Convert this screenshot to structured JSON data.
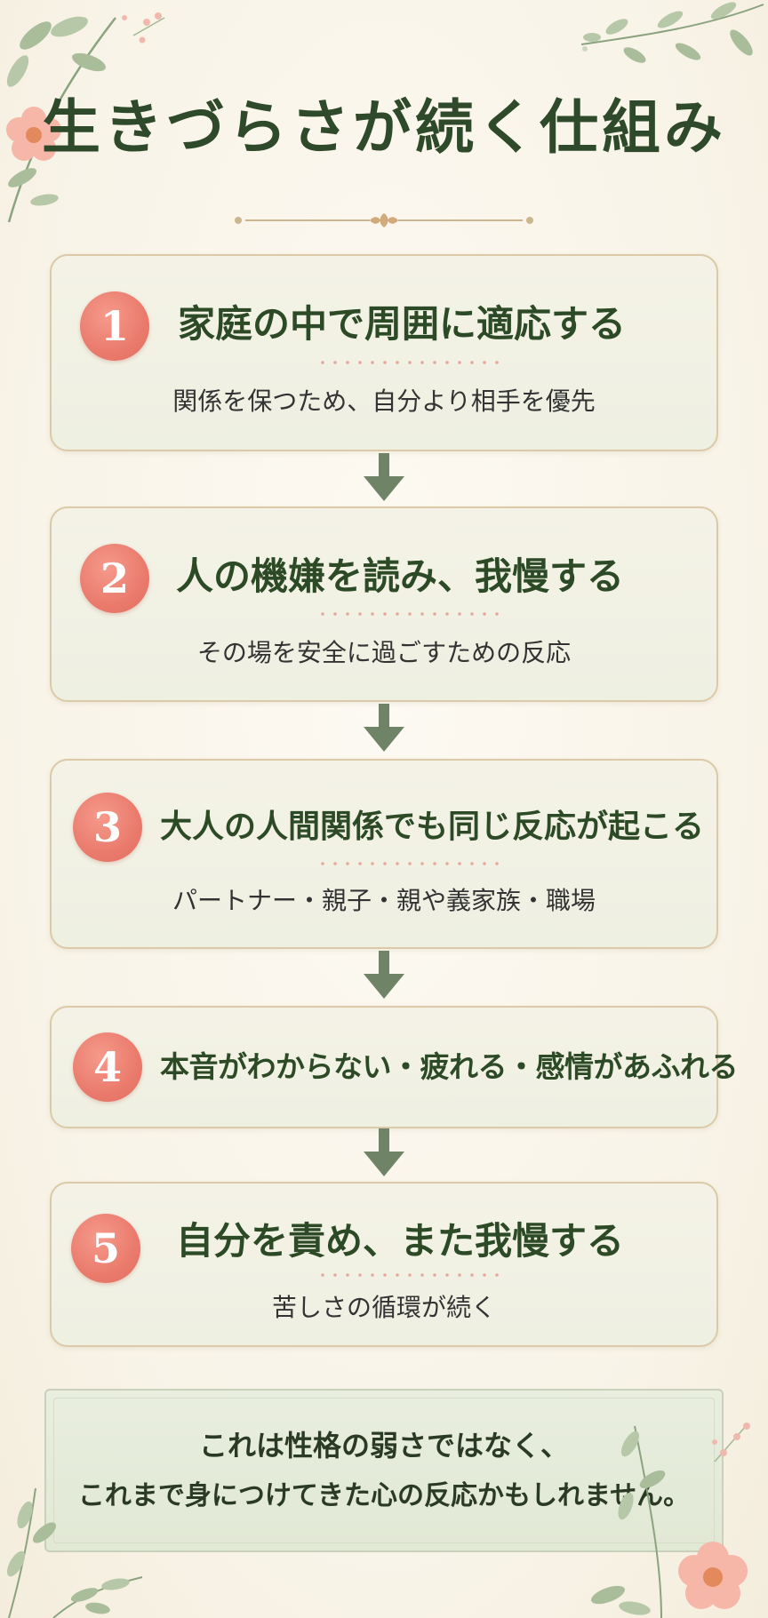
{
  "title": "生きづらさが続く仕組み",
  "steps": [
    {
      "number": "1",
      "heading": "家庭の中で周囲に適応する",
      "sub": "関係を保つため、自分より相手を優先"
    },
    {
      "number": "2",
      "heading": "人の機嫌を読み、我慢する",
      "sub": "その場を安全に過ごすための反応"
    },
    {
      "number": "3",
      "heading": "大人の人間関係でも同じ反応が起こる",
      "sub": "パートナー・親子・親や義家族・職場"
    },
    {
      "number": "4",
      "heading": "本音がわからない・疲れる・感情があふれる"
    },
    {
      "number": "5",
      "heading": "自分を責め、また我慢する",
      "sub": "苦しさの循環が続く"
    }
  ],
  "note": {
    "line1": "これは性格の弱さではなく、",
    "line2": "これまで身につけてきた心の反応かもしれません。"
  },
  "colors": {
    "heading_green": "#2d4a26",
    "badge_coral": "#ea7b6c",
    "arrow_green": "#6f8466",
    "card_border": "#dcc9a8"
  },
  "icons": [
    "leaf-sprig-icon",
    "pink-flower-icon",
    "down-arrow-icon",
    "ornament-divider-icon"
  ]
}
